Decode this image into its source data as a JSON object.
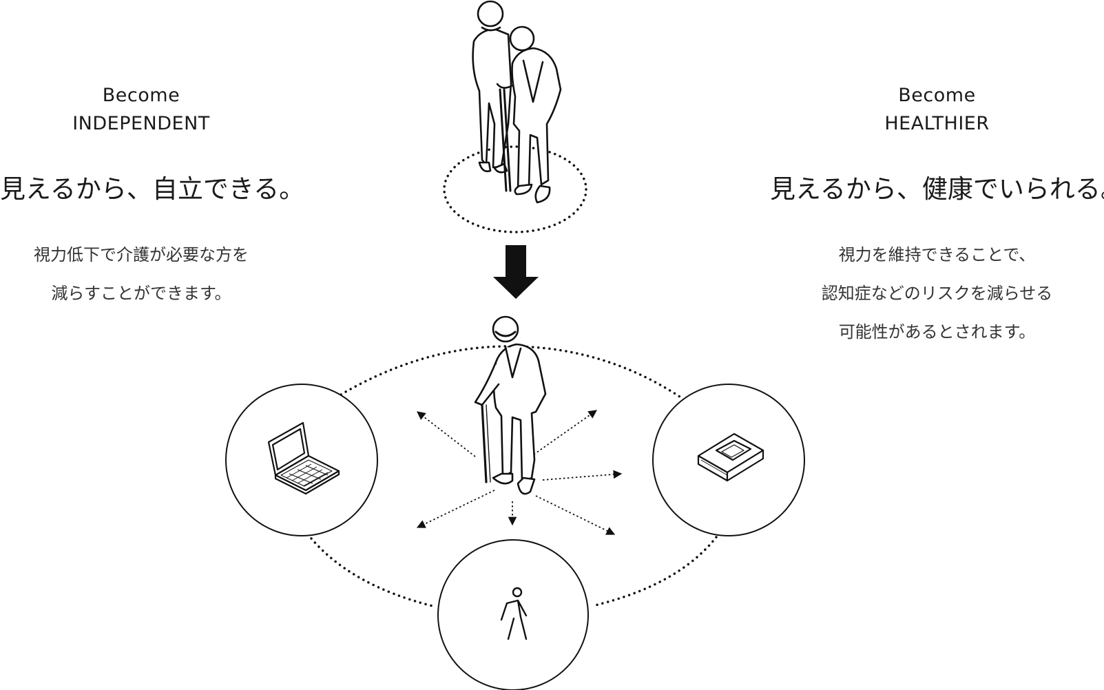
{
  "left_panel": {
    "become_line1": "Become",
    "become_line2": "INDEPENDENT",
    "headline": "見えるから、自立できる。",
    "body_lines": [
      "視力低下で介護が必要な方を",
      "減らすことができます。"
    ]
  },
  "right_panel": {
    "become_line1": "Become",
    "become_line2": "HEALTHIER",
    "headline": "見えるから、健康でいられる。",
    "body_lines": [
      "視力を維持できることで、",
      "認知症などのリスクを減らせる",
      "可能性があるとされます。"
    ]
  },
  "illustration": {
    "top_figure": "caregiver-helping-elder-icon",
    "arrow": "down-arrow-icon",
    "center_figure": "elder-with-cane-icon",
    "activity_icons": [
      "laptop-icon",
      "book-icon",
      "walking-person-icon"
    ]
  },
  "colors": {
    "ink": "#111111",
    "text": "#222222",
    "background": "#ffffff"
  }
}
